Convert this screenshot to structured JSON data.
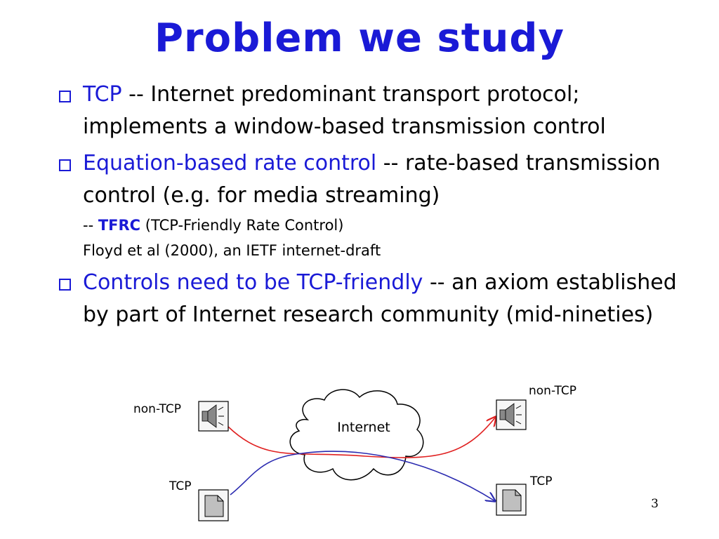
{
  "slide": {
    "title": "Problem we study",
    "number": "3"
  },
  "bullets": [
    {
      "highlight": "TCP",
      "rest": " -- Internet predominant transport protocol; implements a window-based transmission control"
    },
    {
      "highlight": "Equation-based rate control",
      "rest": " -- rate-based transmission  control (e.g. for media streaming)",
      "sub_prefix": "-- ",
      "sub_bold": "TFRC",
      "sub_rest": " (TCP-Friendly Rate Control)",
      "sub_line2": "Floyd et al (2000), an IETF internet-draft"
    },
    {
      "highlight": "Controls need to be TCP-friendly",
      "rest": " -- an axiom established by part of Internet research community (mid-nineties)"
    }
  ],
  "diagram": {
    "cloud_label": "Internet",
    "left_top_label": "non-TCP",
    "left_bottom_label": "TCP",
    "right_top_label": "non-TCP",
    "right_bottom_label": "TCP",
    "non_tcp_color": "#e02020",
    "tcp_color": "#2a2ab0",
    "icons": [
      "speaker-icon",
      "speaker-icon",
      "file-icon",
      "file-icon"
    ]
  }
}
